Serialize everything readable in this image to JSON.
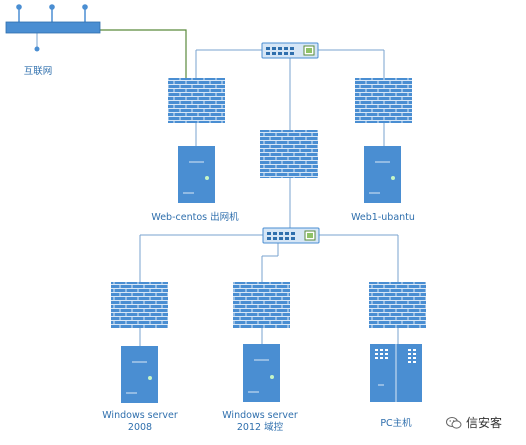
{
  "labels": {
    "internet": "互联网",
    "web_centos": "Web-centos 出网机",
    "web1_ubuntu": "Web1-ubantu",
    "win2008_line1": "Windows server",
    "win2008_line2": "2008",
    "win2012_line1": "Windows server",
    "win2012_line2": "2012 域控",
    "pc_host": "PC主机"
  },
  "watermark": {
    "text": "信安客"
  },
  "colors": {
    "device_blue": "#4a8ed2",
    "link_gray": "#7aa3cf",
    "uplink_green": "#5a8a3c",
    "label_blue": "#2f6fad"
  }
}
